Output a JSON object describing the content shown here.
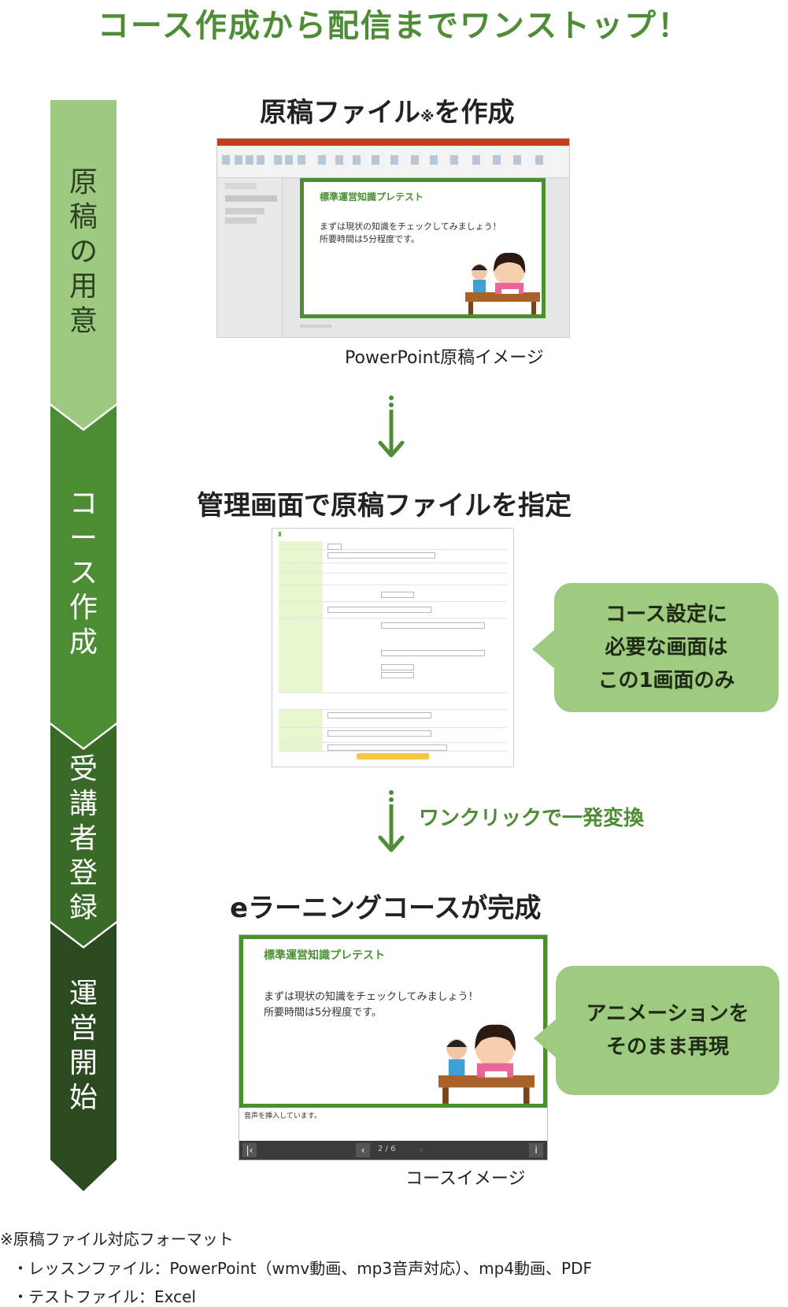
{
  "headline": "コース作成から配信までワンストップ！",
  "phases": [
    {
      "label": [
        "原",
        "稿",
        "の",
        "用",
        "意"
      ],
      "color": "#9dca80"
    },
    {
      "label": [
        "コ",
        "ー",
        "ス",
        "作",
        "成"
      ],
      "color": "#4c8d33"
    },
    {
      "label": [
        "受",
        "講",
        "者",
        "登",
        "録"
      ],
      "color": "#3a6a28"
    },
    {
      "label": [
        "運",
        "営",
        "開",
        "始"
      ],
      "color": "#2b4a20"
    }
  ],
  "steps": {
    "step1": {
      "title": "原稿ファイル",
      "note": "※",
      "title_end": "を作成",
      "caption": "PowerPoint原稿イメージ"
    },
    "step2": {
      "title": "管理画面で原稿ファイルを指定"
    },
    "step3": {
      "title": "eラーニングコースが完成",
      "caption": "コースイメージ"
    }
  },
  "slide": {
    "title": "標準運営知識プレテスト",
    "line1": "まずは現状の知識をチェックしてみましょう！",
    "line2": "所要時間は5分程度です。"
  },
  "course_screen": {
    "status": "音声を挿入しています。",
    "page": "2 / 6"
  },
  "bubbles": {
    "settings": [
      "コース設定に",
      "必要な画面は",
      "この1画面のみ"
    ],
    "animation": [
      "アニメーションを",
      "そのまま再現"
    ]
  },
  "oneclick_label": "ワンクリックで一発変換",
  "footnotes": {
    "heading": "※原稿ファイル対応フォーマット",
    "lesson": "・レッスンファイル：PowerPoint（wmv動画、mp3音声対応）、mp4動画、PDF",
    "test": "・テストファイル：Excel"
  },
  "colors": {
    "accent": "#4e8d36",
    "bubble": "#9fcb81",
    "slide_border": "#4a9032"
  }
}
